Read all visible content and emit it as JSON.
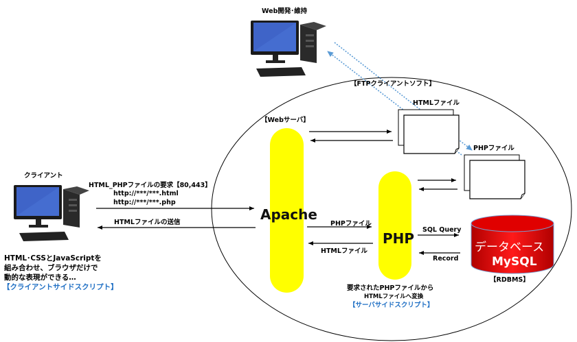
{
  "labels": {
    "dev_pc": "Web開発･維持",
    "client_pc": "クライアント",
    "ftp_client": "【FTPクライアントソフト】",
    "html_files": "HTMLファイル",
    "php_files": "PHPファイル",
    "web_server": "【Webサーバ】",
    "apache": "Apache",
    "php": "PHP",
    "database": "データベース",
    "mysql": "MySQL",
    "rdbms": "【RDBMS】"
  },
  "client_request": {
    "title": "HTML_PHPファイルの要求【80,443】",
    "url_html": "http://***/***.html",
    "url_php": "http://***/***.php",
    "response": "HTMLファイルの送信"
  },
  "apache_php": {
    "to_php": "PHPファイル",
    "to_apache": "HTMLファイル"
  },
  "php_db": {
    "query": "SQL Query",
    "record": "Record"
  },
  "client_note": {
    "line1": "HTML･CSSとJavaScriptを",
    "line2": "組み合わせ、ブラウザだけで",
    "line3": "動的な表現ができる…",
    "caption": "【クライアントサイドスクリプト】"
  },
  "server_note": {
    "line1": "要求されたPHPファイルから",
    "line2": "HTMLファイルへ変換",
    "caption": "【サーバサイドスクリプト】"
  },
  "colors": {
    "highlight": "#ffff00",
    "database": "#e00000",
    "ftp_arrow": "#5b9bd5",
    "caption": "#1f6fc4"
  }
}
